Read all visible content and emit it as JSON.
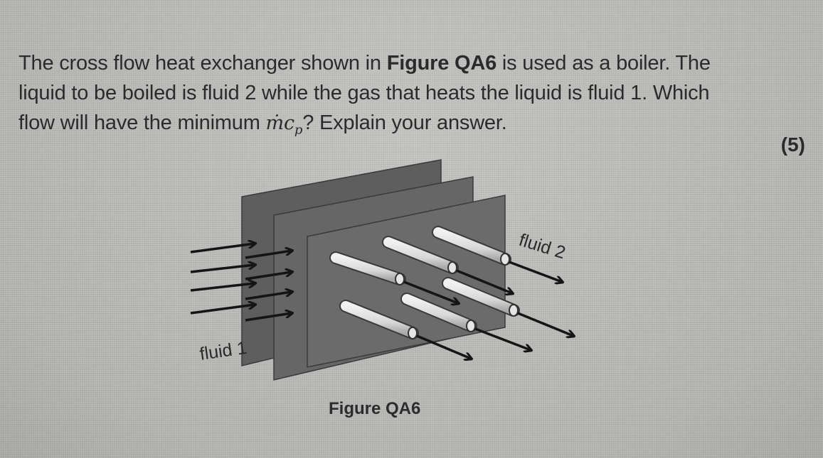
{
  "question": {
    "intro": "The cross flow heat exchanger shown in ",
    "figure_ref": "Figure QA6",
    "body_1": " is used as a boiler. The liquid to be boiled is fluid 2 while the gas that heats the liquid is fluid 1. Which flow will have the minimum ",
    "symbol_main": "ṁc",
    "symbol_sub": "p",
    "body_2": "? Explain your answer.",
    "marks": "(5)"
  },
  "figure": {
    "label_fluid_1": "fluid 1",
    "label_fluid_2": "fluid 2",
    "caption": "Figure QA6"
  }
}
